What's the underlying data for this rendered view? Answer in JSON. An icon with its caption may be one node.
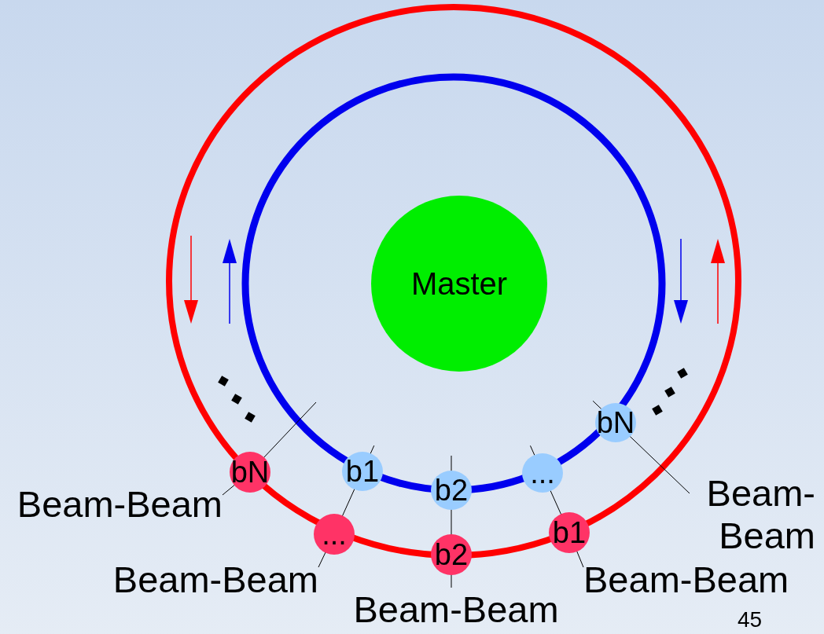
{
  "diagram": {
    "nodes": [
      {
        "text": [
          "Master"
        ]
      },
      {
        "text": [
          "b1"
        ]
      },
      {
        "text": [
          "b2"
        ]
      },
      {
        "text": [
          "..."
        ]
      },
      {
        "text": [
          "bN"
        ]
      },
      {
        "text": [
          "bN"
        ]
      },
      {
        "text": [
          "..."
        ]
      },
      {
        "text": [
          "b2"
        ]
      },
      {
        "text": [
          "b1"
        ]
      },
      {
        "text": [
          "Beam-Beam"
        ]
      },
      {
        "text": [
          "Beam-Beam"
        ]
      },
      {
        "text": [
          "Beam-Beam"
        ]
      },
      {
        "text": [
          "Beam-Beam"
        ]
      },
      {
        "text": [
          "Beam- Beam"
        ]
      }
    ],
    "edges": [
      {
        "from": 9,
        "to": 5,
        "arrow": "none"
      },
      {
        "from": 10,
        "to": 6,
        "arrow": "none"
      },
      {
        "from": 6,
        "to": 1,
        "arrow": "none"
      },
      {
        "from": 11,
        "to": 7,
        "arrow": "none"
      },
      {
        "from": 7,
        "to": 2,
        "arrow": "none"
      },
      {
        "from": 12,
        "to": 8,
        "arrow": "none"
      },
      {
        "from": 8,
        "to": 3,
        "arrow": "none"
      },
      {
        "from": 13,
        "to": 4,
        "arrow": "none"
      },
      {
        "from": 5,
        "to": null,
        "arrow": "none"
      }
    ],
    "labels": [
      "45"
    ]
  }
}
